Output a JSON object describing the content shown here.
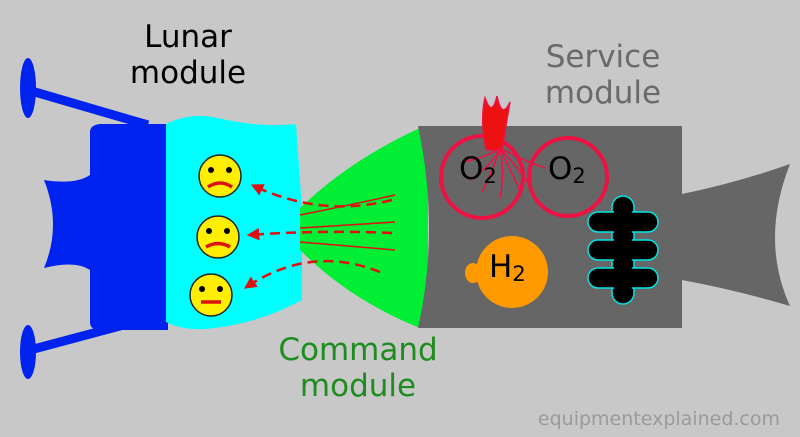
{
  "labels": {
    "lunar_module": "Lunar\nmodule",
    "service_module": "Service\nmodule",
    "command_module": "Command\nmodule",
    "watermark": "equipmentexplained.com"
  },
  "tanks": {
    "oxygen_1": {
      "element": "O",
      "subscript": "2"
    },
    "oxygen_2": {
      "element": "O",
      "subscript": "2"
    },
    "hydrogen": {
      "element": "H",
      "subscript": "2"
    }
  },
  "colors": {
    "background": "#c8c8c8",
    "lunar_module": "#0022ee",
    "lunar_cabin": "#00ffff",
    "command_module": "#00ee33",
    "service_module": "#666666",
    "oxygen_tank": "#ee1144",
    "hydrogen_tank": "#ff9900",
    "fuel_cell": "#000000",
    "airflow_arrows": "#dd1111",
    "astronaut_face": "#ffee00"
  },
  "icons": {
    "astronaut": "sad-face-icon",
    "explosion": "explosion-icon",
    "fuel_cell": "fuel-cell-icon"
  }
}
